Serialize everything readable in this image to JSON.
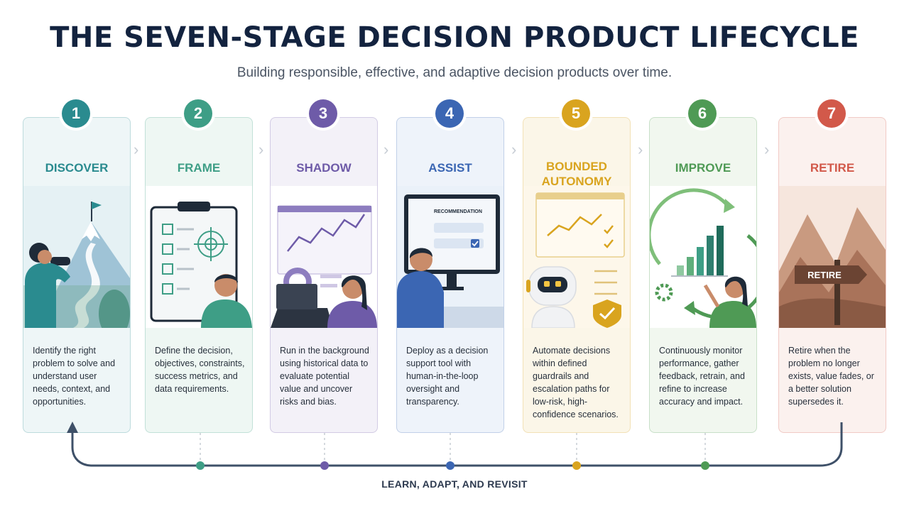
{
  "title": "THE SEVEN-STAGE DECISION PRODUCT LIFECYCLE",
  "subtitle": "Building responsible, effective, and adaptive decision products over time.",
  "stages": [
    {
      "num": "1",
      "label": "DISCOVER",
      "color": "#2a8b8f",
      "bg": "#eef6f7",
      "desc": "Identify the right problem to solve and understand user needs, context, and opportunities."
    },
    {
      "num": "2",
      "label": "FRAME",
      "color": "#3e9e86",
      "bg": "#eef7f3",
      "desc": "Define the decision, objectives, constraints, success metrics, and data requirements."
    },
    {
      "num": "3",
      "label": "SHADOW",
      "color": "#6e5ba8",
      "bg": "#f3f1f8",
      "desc": "Run in the background using historical data to evaluate potential value and uncover risks and bias."
    },
    {
      "num": "4",
      "label": "ASSIST",
      "color": "#3b66b3",
      "bg": "#eef3fa",
      "desc": "Deploy as a decision support tool with human-in-the-loop oversight and transparency."
    },
    {
      "num": "5",
      "label_lines": [
        "BOUNDED",
        "AUTONOMY"
      ],
      "color": "#d9a41f",
      "bg": "#fbf6e8",
      "desc": "Automate decisions within defined guardrails and escalation paths for low-risk, high-confidence scenarios."
    },
    {
      "num": "6",
      "label": "IMPROVE",
      "color": "#4f9a55",
      "bg": "#f1f7ef",
      "desc": "Continuously monitor performance, gather feedback, retrain, and refine to increase accuracy and impact."
    },
    {
      "num": "7",
      "label": "RETIRE",
      "color": "#d2594a",
      "bg": "#fbf1ee",
      "desc": "Retire when the problem no longer exists, value fades, or a better solution supersedes it."
    }
  ],
  "illustrations": {
    "assist_screen": "RECOMMENDATION",
    "retire_sign": "RETIRE"
  },
  "loop_label": "LEARN, ADAPT, AND REVISIT"
}
